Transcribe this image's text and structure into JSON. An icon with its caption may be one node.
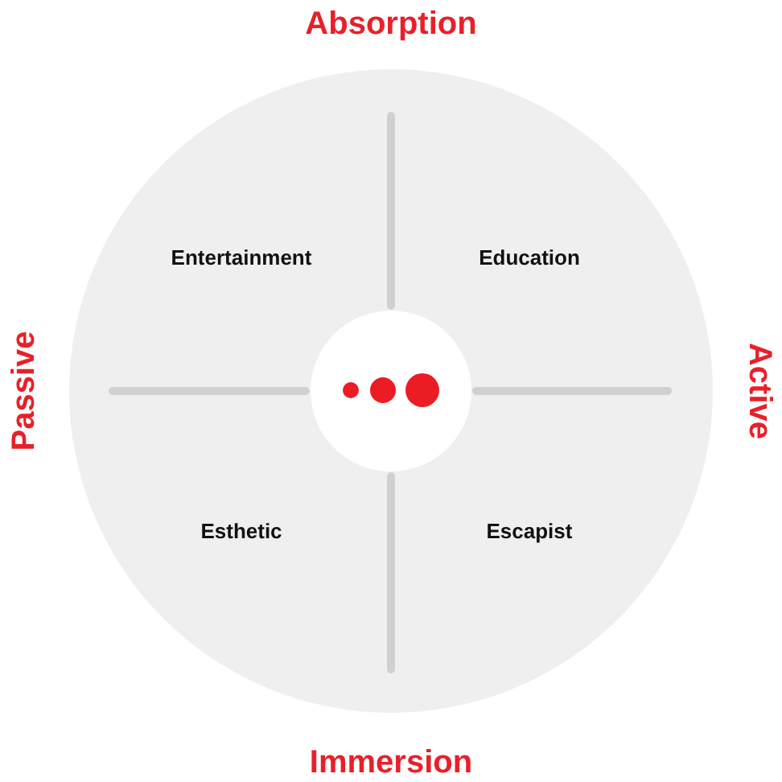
{
  "diagram": {
    "labels": [
      "Absorption",
      "Entertainment",
      "Education",
      "Passive",
      "Active",
      "Esthetic",
      "Escapist",
      "Immersion"
    ]
  }
}
